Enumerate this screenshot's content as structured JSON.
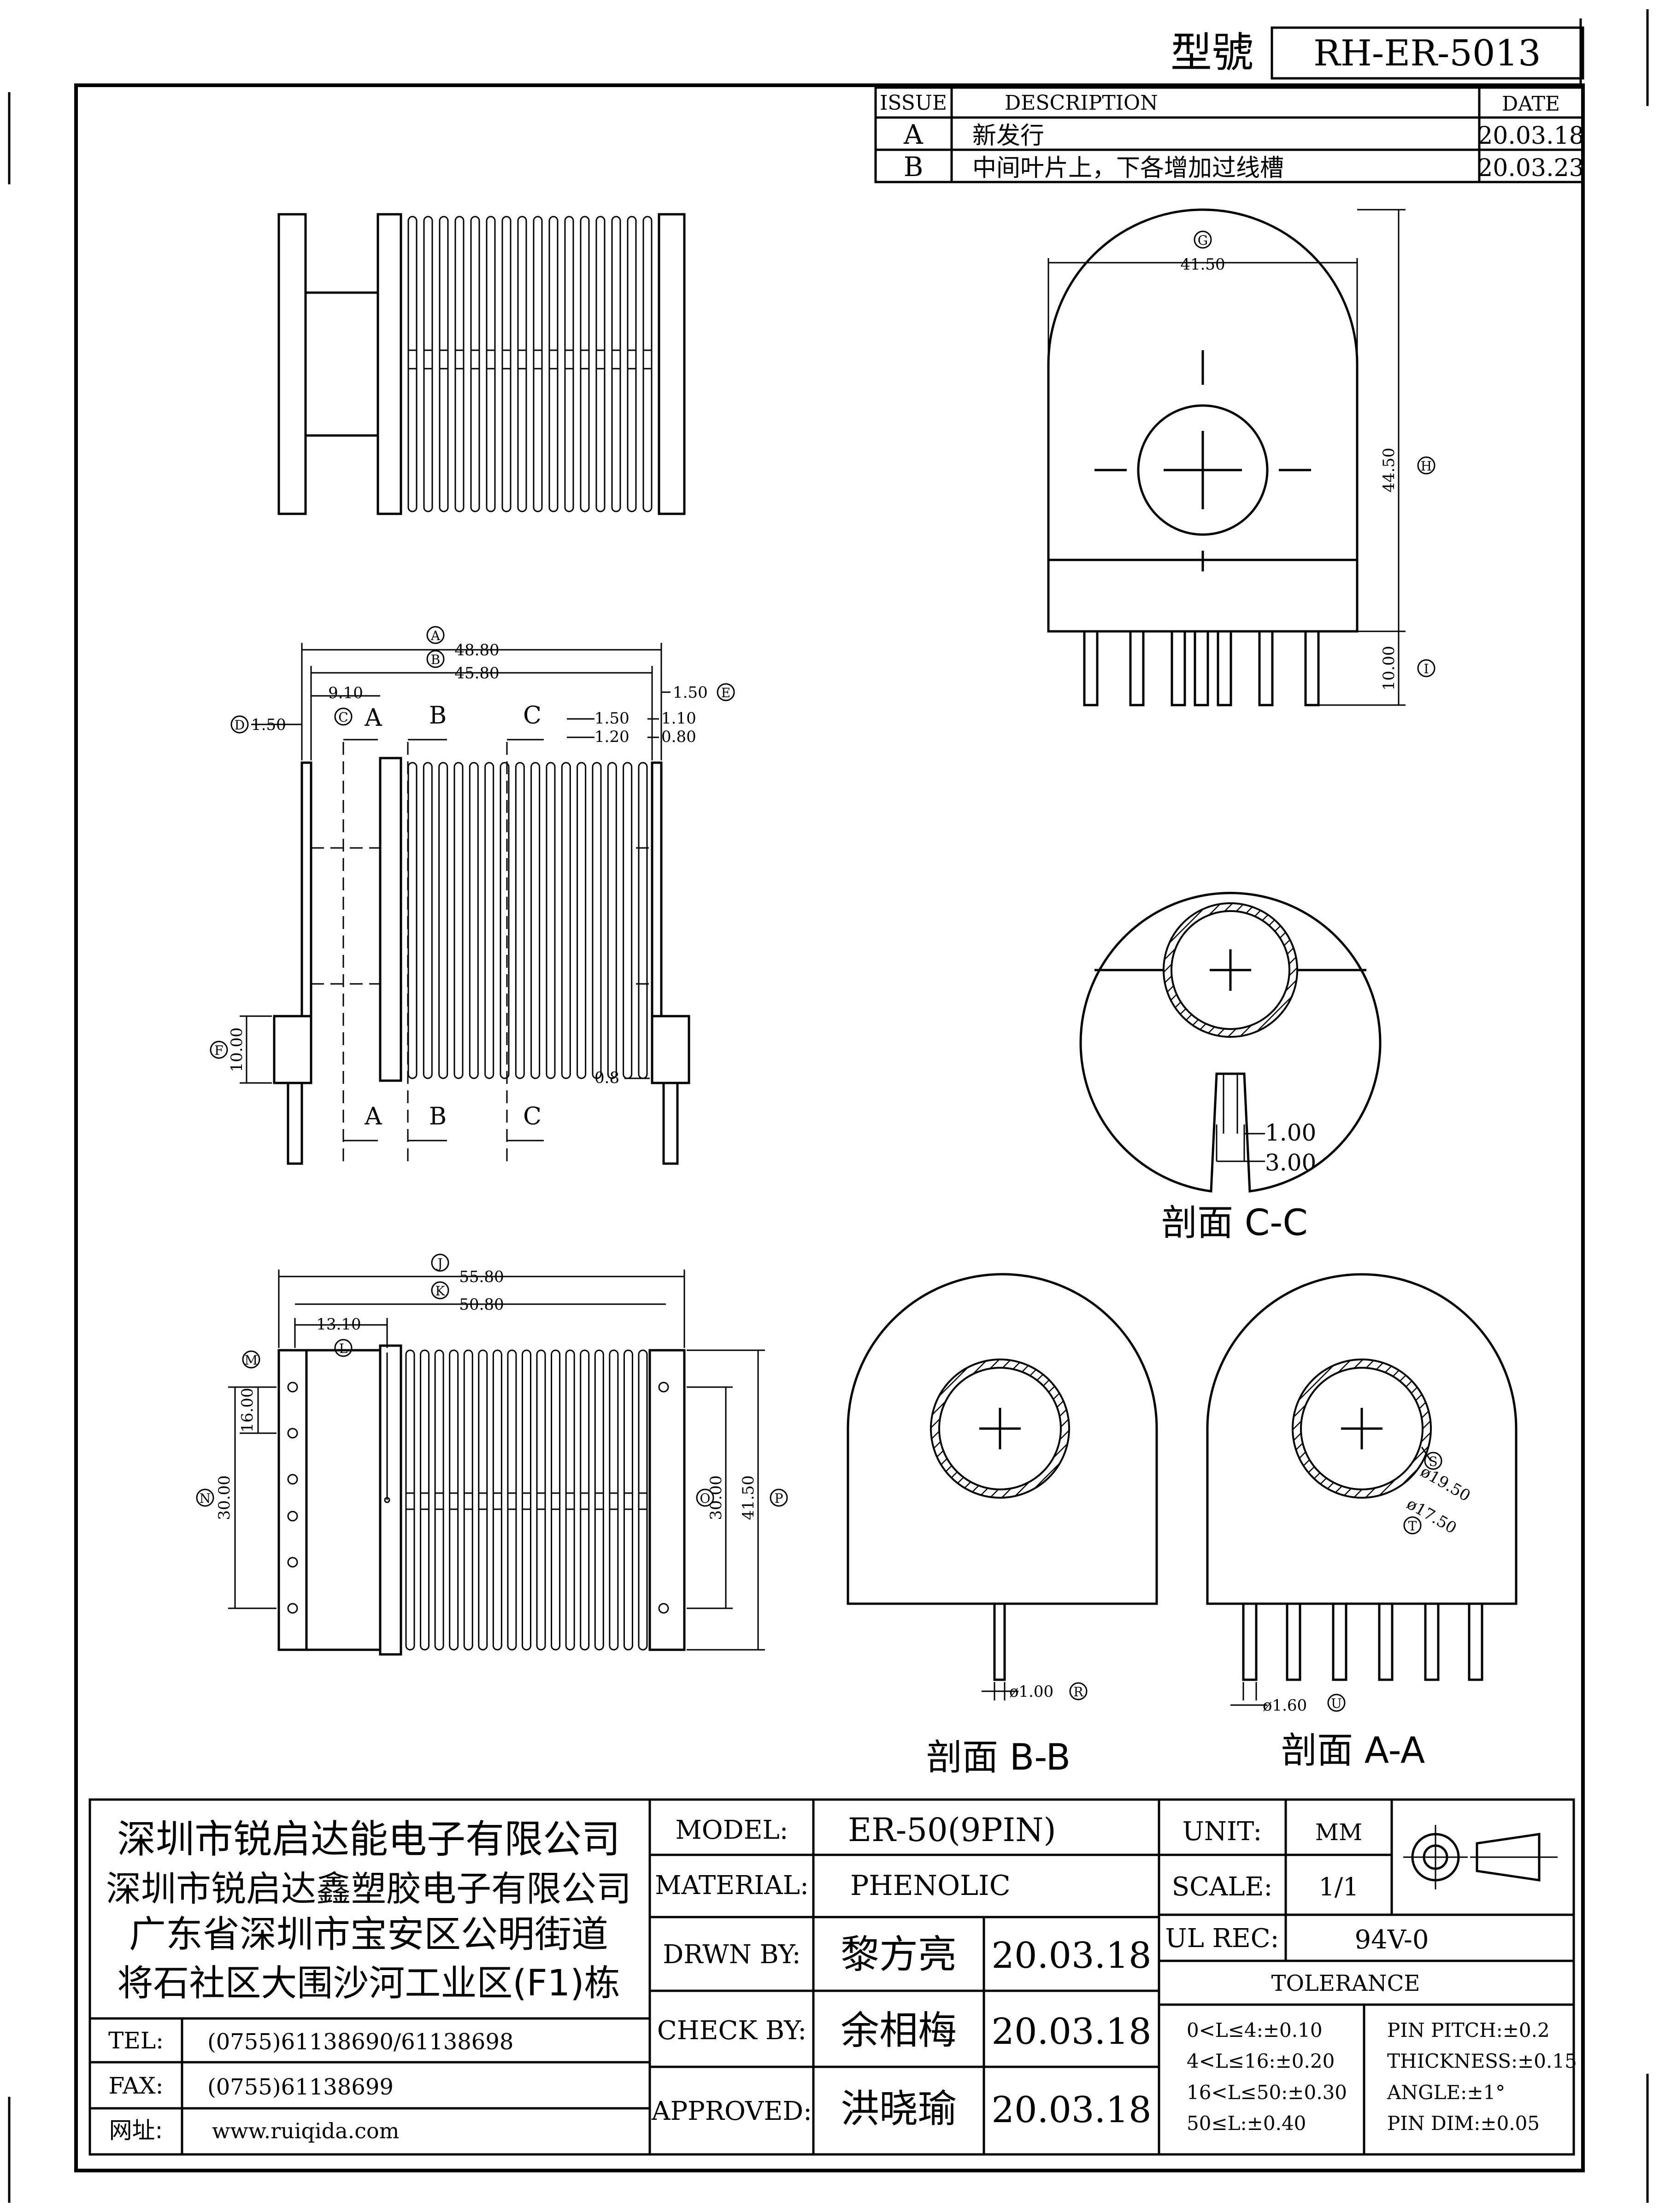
{
  "header": {
    "model_label": "型號",
    "model_value": "RH-ER-5013"
  },
  "revisions": {
    "headers": [
      "ISSUE",
      "DESCRIPTION",
      "DATE"
    ],
    "rows": [
      {
        "issue": "A",
        "description": "新发行",
        "date": "20.03.18"
      },
      {
        "issue": "B",
        "description": "中间叶片上，下各增加过线槽",
        "date": "20.03.23"
      }
    ]
  },
  "views": {
    "front": {
      "dims": {
        "G": "41.50",
        "H": "44.50",
        "I": "10.00"
      },
      "markers": {
        "G": "G",
        "H": "H",
        "I": "I"
      }
    },
    "side": {
      "dims": {
        "A": "48.80",
        "B": "45.80",
        "C": "9.10",
        "D": "1.50",
        "E": "1.50",
        "F": "10.00",
        "d150": "1.50",
        "d120": "1.20",
        "d110": "1.10",
        "d080": "0.80",
        "d08": "0.8"
      },
      "markers": {
        "A": "A",
        "B": "B",
        "C": "C",
        "D": "D",
        "E": "E",
        "F": "F"
      },
      "section_labels": {
        "a": "A",
        "b": "B",
        "c": "C"
      }
    },
    "bottom": {
      "dims": {
        "J": "55.80",
        "K": "50.80",
        "L": "13.10",
        "M": "16.00",
        "N": "30.00",
        "O": "30.00",
        "P": "41.50"
      },
      "markers": {
        "J": "J",
        "K": "K",
        "L": "L",
        "M": "M",
        "N": "N",
        "O": "O",
        "P": "P"
      }
    },
    "section_cc": {
      "title": "剖面  C-C",
      "dim1": "1.00",
      "dim2": "3.00"
    },
    "section_bb": {
      "title": "剖面  B-B",
      "pin_dia": "ø1.00",
      "marker": "R"
    },
    "section_aa": {
      "title": "剖面  A-A",
      "pin_dia": "ø1.60",
      "marker": "U",
      "outer_dia": "ø19.50",
      "outer_marker": "S",
      "inner_dia": "ø17.50",
      "inner_marker": "T"
    }
  },
  "title_block": {
    "company": [
      "深圳市锐启达能电子有限公司",
      "深圳市锐启达鑫塑胶电子有限公司",
      "广东省深圳市宝安区公明街道",
      "将石社区大围沙河工业区(F1)栋"
    ],
    "contact": [
      {
        "label": "TEL:",
        "value": "(0755)61138690/61138698"
      },
      {
        "label": "FAX:",
        "value": "(0755)61138699"
      },
      {
        "label": "网址:",
        "value": "www.ruiqida.com"
      }
    ],
    "model_label": "MODEL:",
    "model_value": "ER-50(9PIN)",
    "material_label": "MATERIAL:",
    "material_value": "PHENOLIC",
    "drawn_label": "DRWN BY:",
    "drawn_name": "黎方亮",
    "drawn_date": "20.03.18",
    "check_label": "CHECK BY:",
    "check_name": "余相梅",
    "check_date": "20.03.18",
    "approved_label": "APPROVED:",
    "approved_name": "洪晓瑜",
    "approved_date": "20.03.18",
    "unit_label": "UNIT:",
    "unit_value": "MM",
    "scale_label": "SCALE:",
    "scale_value": "1/1",
    "ul_label": "UL REC:",
    "ul_value": "94V-0",
    "tolerance_title": "TOLERANCE",
    "tolerance_left": [
      "0<L≤4:±0.10",
      "4<L≤16:±0.20",
      "16<L≤50:±0.30",
      "50≤L:±0.40"
    ],
    "tolerance_right": [
      "PIN PITCH:±0.2",
      "THICKNESS:±0.15",
      "ANGLE:±1°",
      "PIN DIM:±0.05"
    ]
  }
}
